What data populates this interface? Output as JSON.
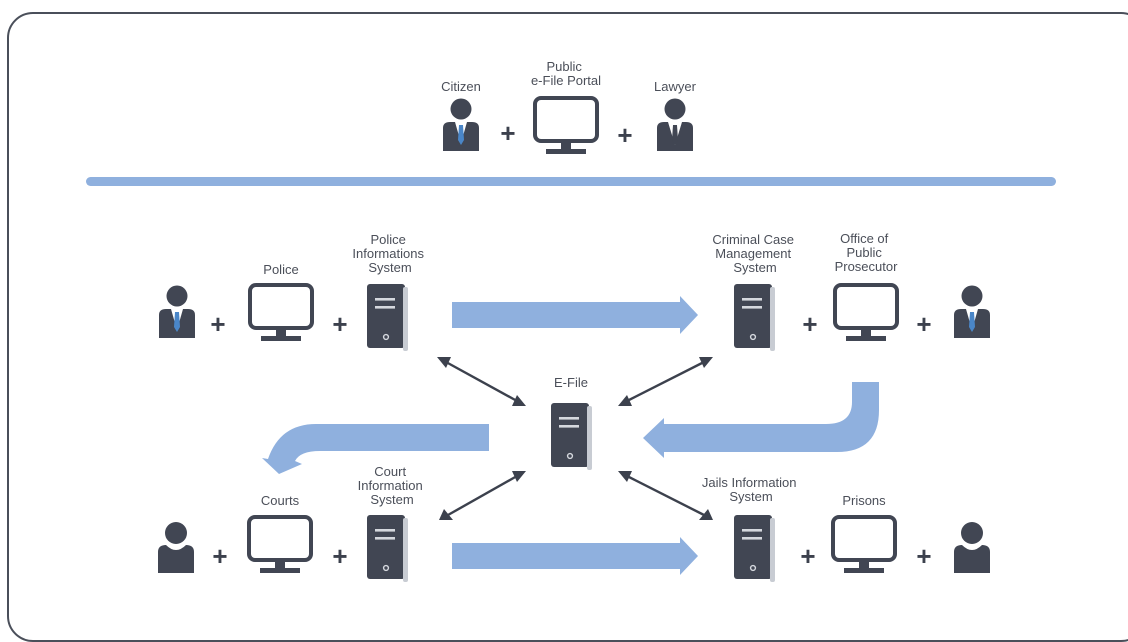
{
  "colors": {
    "dark": "#414653",
    "blue": "#8fb0de",
    "tie": "#4a86c8",
    "text": "#4b4f59",
    "line": "#3c414d"
  },
  "plus_symbol": "+",
  "top_row": {
    "citizen": [
      "Citizen"
    ],
    "portal": [
      "Public",
      "e-File Portal"
    ],
    "lawyer": [
      "Lawyer"
    ]
  },
  "police_row": {
    "police": [
      "Police"
    ],
    "pis": [
      "Police",
      "Informations",
      "System"
    ]
  },
  "prosecutor_row": {
    "ccms": [
      "Criminal Case",
      "Management",
      "System"
    ],
    "opp": [
      "Office of",
      "Public",
      "Prosecutor"
    ]
  },
  "center": {
    "efile": [
      "E-File"
    ]
  },
  "court_row": {
    "courts": [
      "Courts"
    ],
    "cis": [
      "Court",
      "Information",
      "System"
    ]
  },
  "prison_row": {
    "jis": [
      "Jails Information",
      "System"
    ],
    "prisons": [
      "Prisons"
    ]
  },
  "icons": {
    "citizen": "person-tie-icon",
    "portal": "monitor-icon",
    "lawyer": "lawyer-icon",
    "server": "server-icon",
    "court_person": "person-icon"
  }
}
